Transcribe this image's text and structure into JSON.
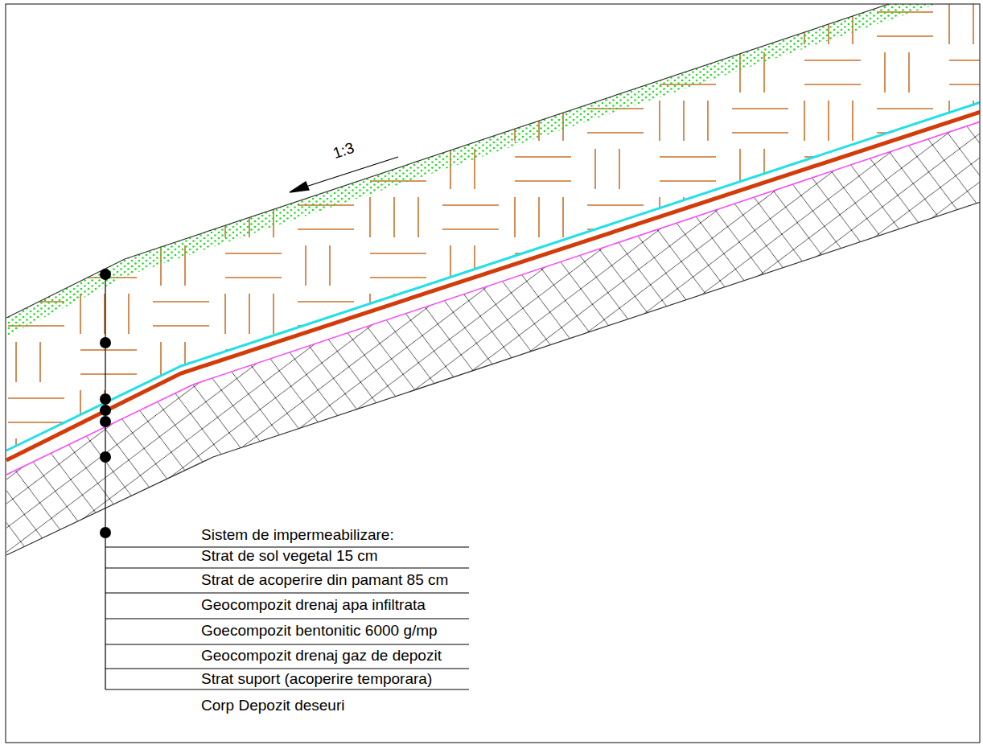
{
  "diagram": {
    "labels": [
      "1:3",
      "Sistem de impermeabilizare:",
      "Strat de sol vegetal 15 cm",
      "Strat de acoperire din pamant 85 cm",
      "Geocompozit drenaj apa infiltrata",
      "Goecompozit bentonitic 6000 g/mp",
      "Geocompozit drenaj gaz de depozit",
      "Strat suport (acoperire temporara)",
      "Corp Depozit deseuri"
    ]
  }
}
